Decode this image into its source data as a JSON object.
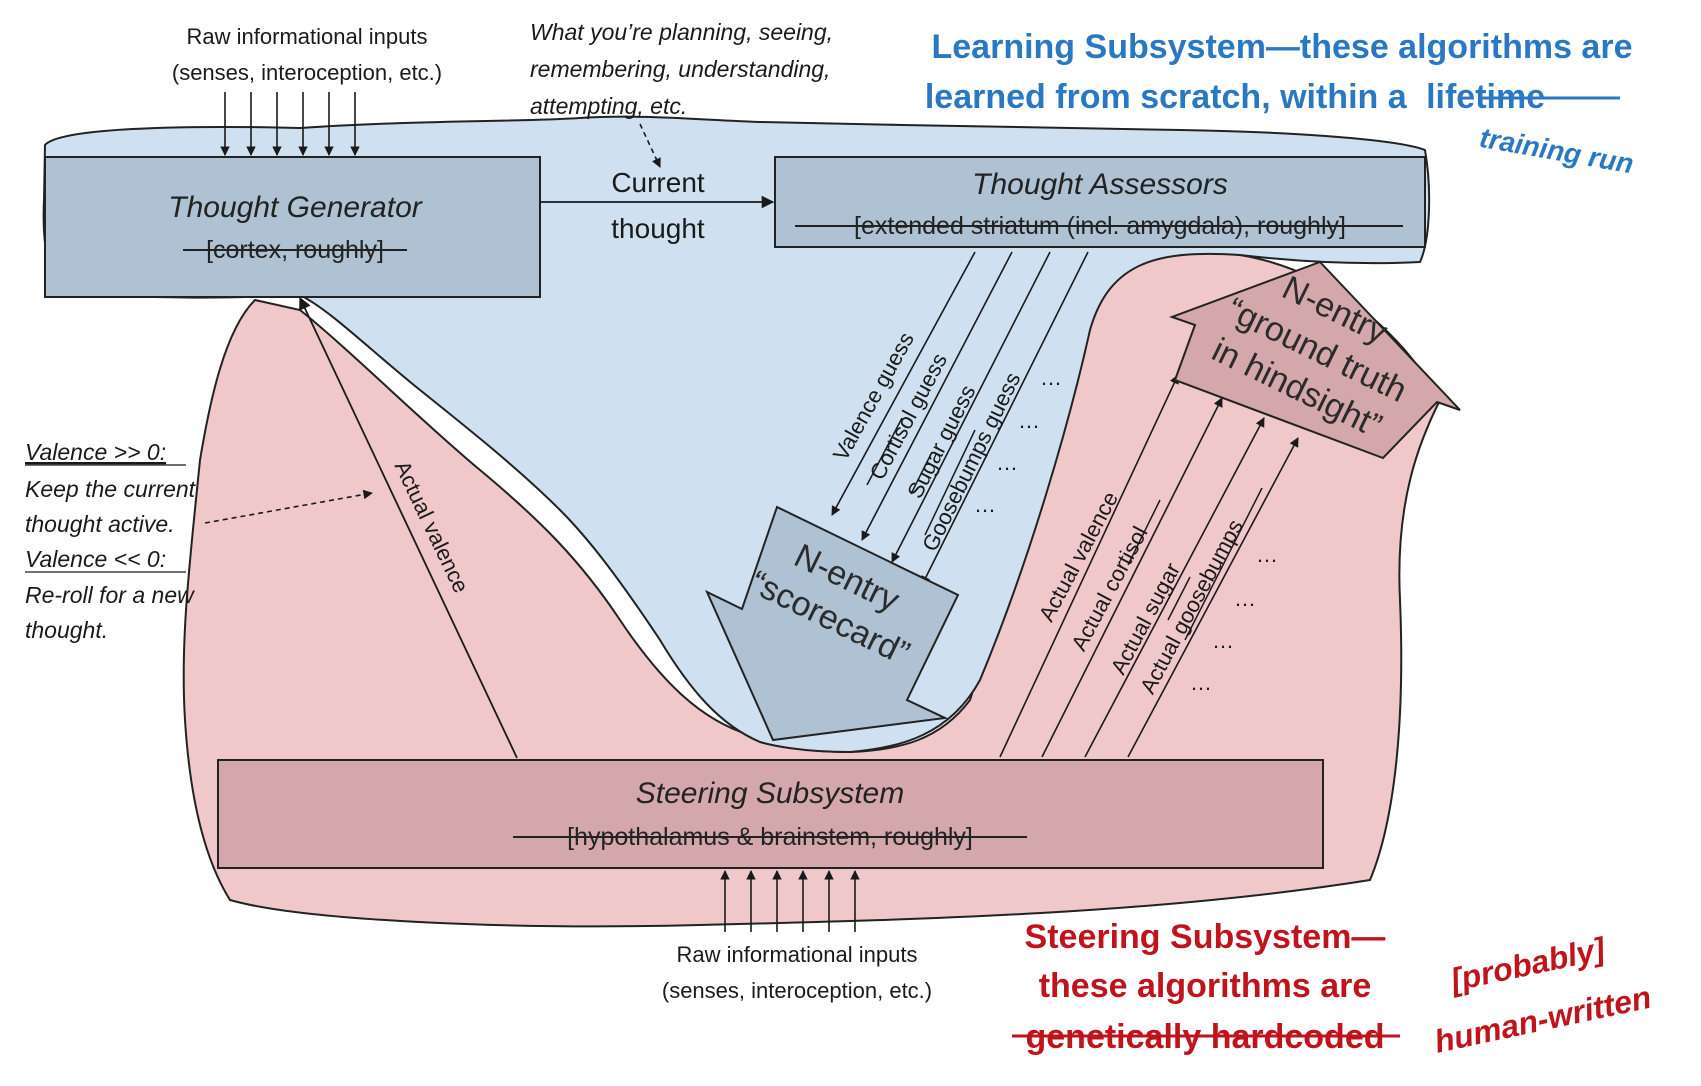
{
  "colors": {
    "learning_fill": "#cfe1f1",
    "steering_fill": "#f0c8ca",
    "box_blue": "#aec2d3",
    "box_pink": "#d4a8aa",
    "blue_text": "#2a78c2",
    "red_text": "#c0141c"
  },
  "learning": {
    "title_line1": "Learning Subsystem—these algorithms are",
    "title_line2_prefix": "learned from scratch, within a",
    "title_struck": "lifetime",
    "replacement": "training run"
  },
  "steering_caption": {
    "line1": "Steering Subsystem—",
    "line2": "these algorithms are",
    "struck": "genetically hardcoded",
    "replacement_line1": "[probably]",
    "replacement_line2": "human-written"
  },
  "inputs_top": {
    "line1": "Raw informational inputs",
    "line2": "(senses, interoception, etc.)"
  },
  "inputs_bottom": {
    "line1": "Raw informational inputs",
    "line2": "(senses, interoception, etc.)"
  },
  "planning_note": {
    "line1": "What you’re planning, seeing,",
    "line2": "remembering, understanding,",
    "line3": "attempting, etc."
  },
  "thought_generator": {
    "title": "Thought Generator",
    "struck": "[cortex, roughly]"
  },
  "current_thought": {
    "line1": "Current",
    "line2": "thought"
  },
  "thought_assessors": {
    "title": "Thought Assessors",
    "struck": "[extended striatum (incl. amygdala), roughly]"
  },
  "steering_box": {
    "title": "Steering Subsystem",
    "struck": "[hypothalamus & brainstem, roughly]"
  },
  "valence_note": {
    "h1": "Valence >> 0:",
    "l1": "Keep the current",
    "l2": "thought active.",
    "h2": "Valence << 0:",
    "l3": "Re-roll for a new",
    "l4": "thought."
  },
  "actual_valence_left": "Actual valence",
  "guesses": {
    "valence": "Valence guess",
    "cortisol": "Cortisol",
    "cortisol_suffix": " guess",
    "sugar": "Sugar",
    "sugar_suffix": " guess",
    "goosebumps": "Goosebumps",
    "goosebumps_suffix": " guess",
    "dots": "…"
  },
  "scorecard": {
    "line1": "N-entry",
    "line2": "“scorecard”"
  },
  "actuals": {
    "valence": "Actual valence",
    "prefix": "Actual ",
    "cortisol": "cortisol",
    "sugar": "sugar",
    "goosebumps": "goosebumps",
    "dots": "…"
  },
  "ground_truth": {
    "line1": "N-entry",
    "line2": "“ground truth",
    "line3": "in hindsight”"
  }
}
